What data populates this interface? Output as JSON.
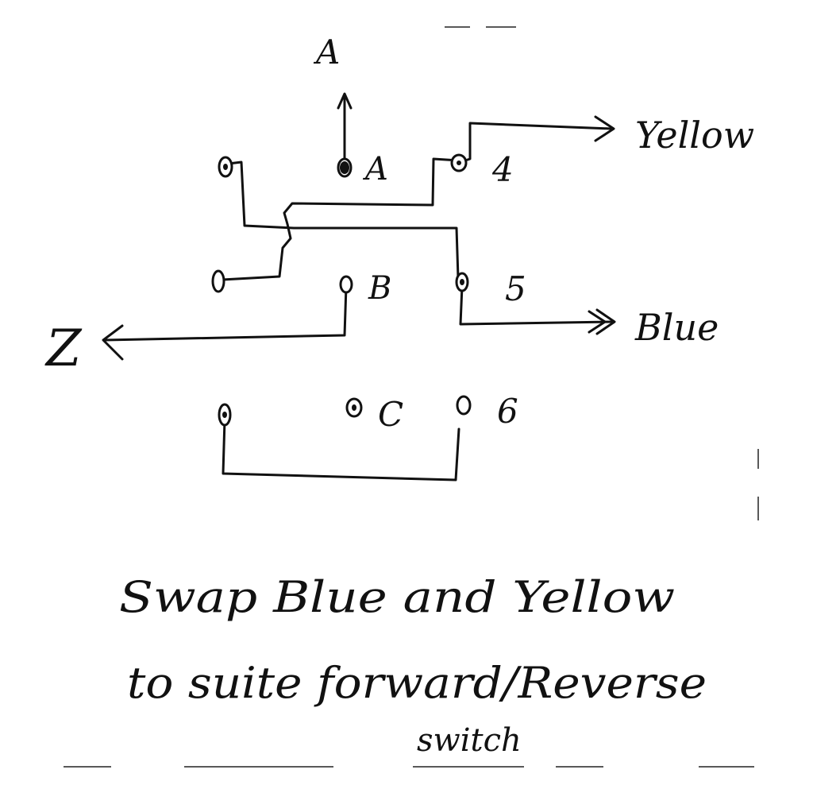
{
  "diagram": {
    "top_arrow_label": "A",
    "terminal_labels": {
      "A": "A",
      "B": "B",
      "C": "C",
      "n4": "4",
      "n5": "5",
      "n6": "6"
    },
    "output_labels": {
      "yellow": "Yellow",
      "blue": "Blue",
      "z": "Z"
    },
    "note": {
      "line1": "Swap Blue and Yellow",
      "line2": "to suite forward/Reverse",
      "line3": "switch"
    }
  }
}
